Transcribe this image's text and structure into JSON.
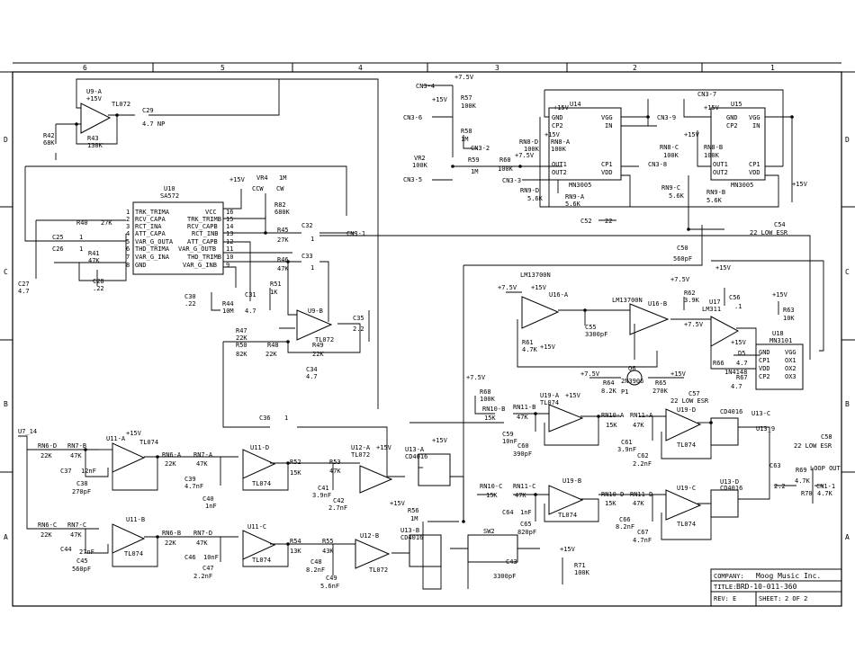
{
  "title_block": {
    "company_label": "COMPANY:",
    "company": "Moog Music Inc.",
    "title_label": "TITLE:",
    "title": "BRD-10-011-360",
    "rev_label": "REV:",
    "rev": "E",
    "sheet_label": "SHEET:",
    "sheet": "2 OF 2"
  },
  "border": {
    "columns": [
      "6",
      "5",
      "4",
      "3",
      "2",
      "1"
    ],
    "rows": [
      "D",
      "C",
      "B",
      "A"
    ]
  },
  "power": {
    "p15": "+15V",
    "p75": "+7.5V"
  },
  "ics": [
    {
      "ref": "U10",
      "part": "SA572"
    },
    {
      "ref": "U14",
      "part": "MN3005"
    },
    {
      "ref": "U15",
      "part": "MN3005"
    },
    {
      "ref": "U16-A",
      "part": "LM13700N"
    },
    {
      "ref": "U16-B",
      "part": "LM13700N"
    },
    {
      "ref": "U17",
      "part": "LM311"
    },
    {
      "ref": "U18",
      "part": "MN3101"
    },
    {
      "ref": "U9-A",
      "part": "TL072"
    },
    {
      "ref": "U9-B",
      "part": "TL072"
    },
    {
      "ref": "U11-A",
      "part": "TL074"
    },
    {
      "ref": "U11-B",
      "part": "TL074"
    },
    {
      "ref": "U11-C",
      "part": "TL074"
    },
    {
      "ref": "U11-D",
      "part": "TL074"
    },
    {
      "ref": "U12-A",
      "part": "TL072"
    },
    {
      "ref": "U12-B",
      "part": "TL072"
    },
    {
      "ref": "U19-A",
      "part": "TL074"
    },
    {
      "ref": "U19-B",
      "part": "TL074"
    },
    {
      "ref": "U19-C",
      "part": "TL074"
    },
    {
      "ref": "U19-D",
      "part": "TL074"
    },
    {
      "ref": "U13-A",
      "part": "CD4016"
    },
    {
      "ref": "U13-B",
      "part": "CD4016"
    },
    {
      "ref": "U13-C",
      "part": "CD4016"
    },
    {
      "ref": "U13-D",
      "part": "CD4016"
    },
    {
      "ref": "Q6",
      "part": "2N3906"
    }
  ],
  "u10_pins": {
    "left": [
      {
        "n": "1",
        "name": "TRK_TRIMA"
      },
      {
        "n": "2",
        "name": "RCV_CAPA"
      },
      {
        "n": "3",
        "name": "RCT_INA"
      },
      {
        "n": "4",
        "name": "ATT_CAPA"
      },
      {
        "n": "5",
        "name": "VAR_G_OUTA"
      },
      {
        "n": "6",
        "name": "THD_TRIMA"
      },
      {
        "n": "7",
        "name": "VAR_G_INA"
      },
      {
        "n": "8",
        "name": "GND"
      }
    ],
    "right": [
      {
        "n": "16",
        "name": "VCC"
      },
      {
        "n": "15",
        "name": "TRK_TRIMB"
      },
      {
        "n": "14",
        "name": "RCV_CAPB"
      },
      {
        "n": "13",
        "name": "RCT_INB"
      },
      {
        "n": "12",
        "name": "ATT_CAPB"
      },
      {
        "n": "11",
        "name": "VAR_G_OUTB"
      },
      {
        "n": "10",
        "name": "THD_TRIMB"
      },
      {
        "n": "9",
        "name": "VAR_G_INB"
      }
    ]
  },
  "bbd_pins": {
    "gnd": "GND",
    "cp2": "CP2",
    "out1": "OUT1",
    "out2": "OUT2",
    "vgg": "VGG",
    "in": "IN",
    "cp1": "CP1",
    "vdd": "VDD"
  },
  "clk_pins": {
    "gnd": "GND",
    "cp1": "CP1",
    "vdd": "VDD",
    "cp2": "CP2",
    "vgg": "VGG",
    "ox1": "OX1",
    "ox2": "OX2",
    "ox3": "OX3"
  },
  "connectors": [
    {
      "id": "cn3_4",
      "label": "CN3-4"
    },
    {
      "id": "cn3_6",
      "label": "CN3-6"
    },
    {
      "id": "cn3_5",
      "label": "CN3-5"
    },
    {
      "id": "cn3_2",
      "label": "CN3-2"
    },
    {
      "id": "cn3_3",
      "label": "CN3-3"
    },
    {
      "id": "cn3_7",
      "label": "CN3-7"
    },
    {
      "id": "cn3_9",
      "label": "CN3-9"
    },
    {
      "id": "cn3_8",
      "label": "CN3-8"
    },
    {
      "id": "cn3_1",
      "label": "CN3-1"
    },
    {
      "id": "u13_9",
      "label": "U13_9"
    },
    {
      "id": "u7_14",
      "label": "U7_14"
    },
    {
      "id": "cn1_1",
      "label": "CN1-1"
    },
    {
      "id": "loop_out",
      "label": "LOOP OUT"
    }
  ],
  "components": [
    {
      "ref": "C29",
      "value": "4.7 NP"
    },
    {
      "ref": "R42",
      "value": "68K"
    },
    {
      "ref": "R43",
      "value": "130K"
    },
    {
      "ref": "R57",
      "value": "100K"
    },
    {
      "ref": "R58",
      "value": "1M"
    },
    {
      "ref": "R59",
      "value": "1M"
    },
    {
      "ref": "R60",
      "value": "100K"
    },
    {
      "ref": "VR2",
      "value": "100K"
    },
    {
      "ref": "VR4",
      "value": "1M"
    },
    {
      "ref": "R82",
      "value": "680K"
    },
    {
      "ref": "R40",
      "value": "27K"
    },
    {
      "ref": "R41",
      "value": "47K"
    },
    {
      "ref": "R45",
      "value": "27K"
    },
    {
      "ref": "R46",
      "value": "47K"
    },
    {
      "ref": "R51",
      "value": "1K"
    },
    {
      "ref": "R44",
      "value": "10M"
    },
    {
      "ref": "R47",
      "value": "22K"
    },
    {
      "ref": "R50",
      "value": "82K"
    },
    {
      "ref": "R48",
      "value": "22K"
    },
    {
      "ref": "R49",
      "value": "22K"
    },
    {
      "ref": "C25",
      "value": "1"
    },
    {
      "ref": "C26",
      "value": "1"
    },
    {
      "ref": "C27",
      "value": "4.7"
    },
    {
      "ref": "C28",
      "value": ".22"
    },
    {
      "ref": "C30",
      "value": ".22"
    },
    {
      "ref": "C31",
      "value": "4.7"
    },
    {
      "ref": "C32",
      "value": "1"
    },
    {
      "ref": "C33",
      "value": "1"
    },
    {
      "ref": "C34",
      "value": "4.7"
    },
    {
      "ref": "C35",
      "value": "2.2"
    },
    {
      "ref": "C36",
      "value": "1"
    },
    {
      "ref": "RN8-D",
      "value": "100K"
    },
    {
      "ref": "RN8-A",
      "value": "100K"
    },
    {
      "ref": "RN8-C",
      "value": "100K"
    },
    {
      "ref": "RN8-B",
      "value": "100K"
    },
    {
      "ref": "RN9-D",
      "value": "5.6K"
    },
    {
      "ref": "RN9-A",
      "value": "5.6K"
    },
    {
      "ref": "RN9-C",
      "value": "5.6K"
    },
    {
      "ref": "RN9-B",
      "value": "5.6K"
    },
    {
      "ref": "C52",
      "value": "22"
    },
    {
      "ref": "C50",
      "value": "560pF"
    },
    {
      "ref": "C54",
      "value": "22 LOW ESR"
    },
    {
      "ref": "R62",
      "value": "3.9K"
    },
    {
      "ref": "C55",
      "value": "3300pF"
    },
    {
      "ref": "C56",
      "value": ".1"
    },
    {
      "ref": "R63",
      "value": "10K"
    },
    {
      "ref": "R61",
      "value": "4.7K"
    },
    {
      "ref": "R64",
      "value": "8.2K"
    },
    {
      "ref": "R65",
      "value": "270K"
    },
    {
      "ref": "R66",
      "value": "4.7"
    },
    {
      "ref": "R67",
      "value": "4.7"
    },
    {
      "ref": "D5",
      "value": "1N4148"
    },
    {
      "ref": "C57",
      "value": "22 LOW ESR"
    },
    {
      "ref": "C58",
      "value": "22 LOW ESR"
    },
    {
      "ref": "R68",
      "value": "100K"
    },
    {
      "ref": "RN10-B",
      "value": "15K"
    },
    {
      "ref": "RN11-B",
      "value": "47K"
    },
    {
      "ref": "C59",
      "value": "10nF"
    },
    {
      "ref": "C60",
      "value": "390pF"
    },
    {
      "ref": "RN10-A",
      "value": "15K"
    },
    {
      "ref": "RN11-A",
      "value": "47K"
    },
    {
      "ref": "C61",
      "value": "3.9nF"
    },
    {
      "ref": "C62",
      "value": "2.2nF"
    },
    {
      "ref": "RN10-C",
      "value": "15K"
    },
    {
      "ref": "RN11-C",
      "value": "47K"
    },
    {
      "ref": "C64",
      "value": "1nF"
    },
    {
      "ref": "C65",
      "value": "820pF"
    },
    {
      "ref": "RN10-D",
      "value": "15K"
    },
    {
      "ref": "RN11-D",
      "value": "47K"
    },
    {
      "ref": "C66",
      "value": "8.2nF"
    },
    {
      "ref": "C67",
      "value": "4.7nF"
    },
    {
      "ref": "C63",
      "value": "2.2"
    },
    {
      "ref": "R69",
      "value": "4.7K"
    },
    {
      "ref": "R70",
      "value": "4.7K"
    },
    {
      "ref": "RN6-D",
      "value": "22K"
    },
    {
      "ref": "RN7-B",
      "value": "47K"
    },
    {
      "ref": "C37",
      "value": "12nF"
    },
    {
      "ref": "C38",
      "value": "270pF"
    },
    {
      "ref": "RN6-A",
      "value": "22K"
    },
    {
      "ref": "RN7-A",
      "value": "47K"
    },
    {
      "ref": "C39",
      "value": "4.7nF"
    },
    {
      "ref": "C40",
      "value": "1nF"
    },
    {
      "ref": "R52",
      "value": "15K"
    },
    {
      "ref": "R53",
      "value": "47K"
    },
    {
      "ref": "C41",
      "value": "3.9nF"
    },
    {
      "ref": "C42",
      "value": "2.7nF"
    },
    {
      "ref": "RN6-C",
      "value": "22K"
    },
    {
      "ref": "RN7-C",
      "value": "47K"
    },
    {
      "ref": "C44",
      "value": "27nF"
    },
    {
      "ref": "C45",
      "value": "560pF"
    },
    {
      "ref": "RN6-B",
      "value": "22K"
    },
    {
      "ref": "RN7-D",
      "value": "47K"
    },
    {
      "ref": "C46",
      "value": "10nF"
    },
    {
      "ref": "C47",
      "value": "2.2nF"
    },
    {
      "ref": "R54",
      "value": "13K"
    },
    {
      "ref": "R55",
      "value": "43K"
    },
    {
      "ref": "C48",
      "value": "8.2nF"
    },
    {
      "ref": "C49",
      "value": "5.6nF"
    },
    {
      "ref": "R56",
      "value": "1M"
    },
    {
      "ref": "SW2",
      "value": ""
    },
    {
      "ref": "C43",
      "value": "3300pF"
    },
    {
      "ref": "R71",
      "value": "100K"
    }
  ],
  "misc": {
    "ccw": "CCW",
    "cw": "CW",
    "p1": "P1"
  }
}
